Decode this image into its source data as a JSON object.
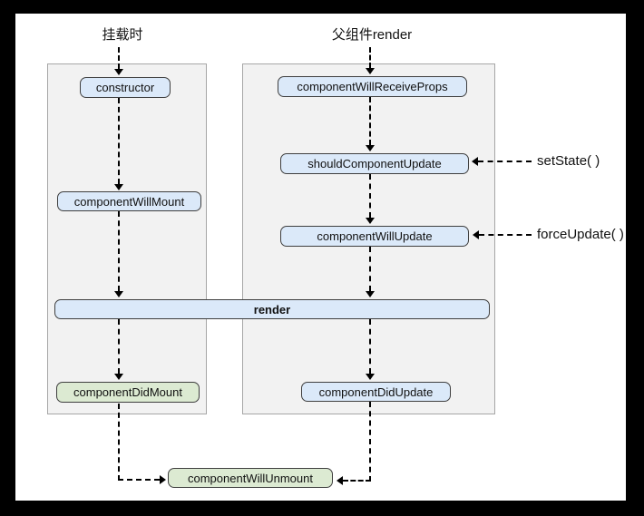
{
  "diagram": {
    "headers": {
      "mount": "挂载时",
      "parent_render": "父组件render"
    },
    "nodes": {
      "constructor": "constructor",
      "component_will_mount": "componentWillMount",
      "component_will_receive_props": "componentWillReceiveProps",
      "should_component_update": "shouldComponentUpdate",
      "component_will_update": "componentWillUpdate",
      "render": "render",
      "component_did_mount": "componentDidMount",
      "component_did_update": "componentDidUpdate",
      "component_will_unmount": "componentWillUnmount"
    },
    "annotations": {
      "set_state": "setState( )",
      "force_update": "forceUpdate( )"
    },
    "colors": {
      "frame": "#000000",
      "canvas": "#ffffff",
      "panel_bg": "#f2f2f2",
      "panel_border": "#a6a6a6",
      "box_blue": "#dbe9f9",
      "box_green": "#dcead2",
      "box_border": "#3f3f3f",
      "arrow": "#000000"
    }
  }
}
